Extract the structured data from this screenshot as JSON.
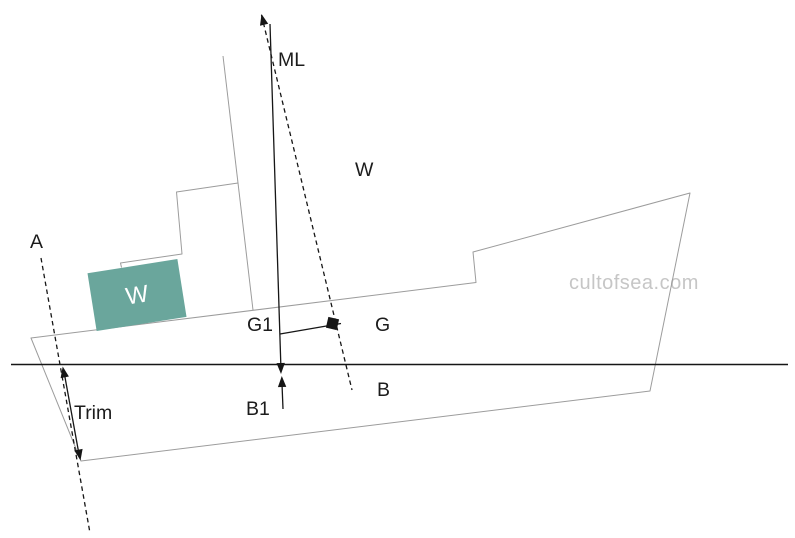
{
  "diagram": {
    "type": "ship-trim-stability-diagram",
    "watermark": "cultofsea.com",
    "labels": {
      "longitudinal_metacentre": "ML",
      "weight_force_line": "W",
      "aft_perpendicular": "A",
      "weight_box": "W",
      "new_centre_of_gravity": "G1",
      "centre_of_gravity": "G",
      "centre_of_buoyancy": "B",
      "new_centre_of_buoyancy": "B1",
      "trim": "Trim"
    },
    "colors": {
      "background": "#ffffff",
      "hull_outline": "#9c9c9c",
      "diagram_line": "#161616",
      "label_text": "#1c1c1c",
      "weight_box_fill": "#6aa69c",
      "weight_box_text": "#ffffff",
      "watermark_text": "#c6c6c6"
    }
  }
}
